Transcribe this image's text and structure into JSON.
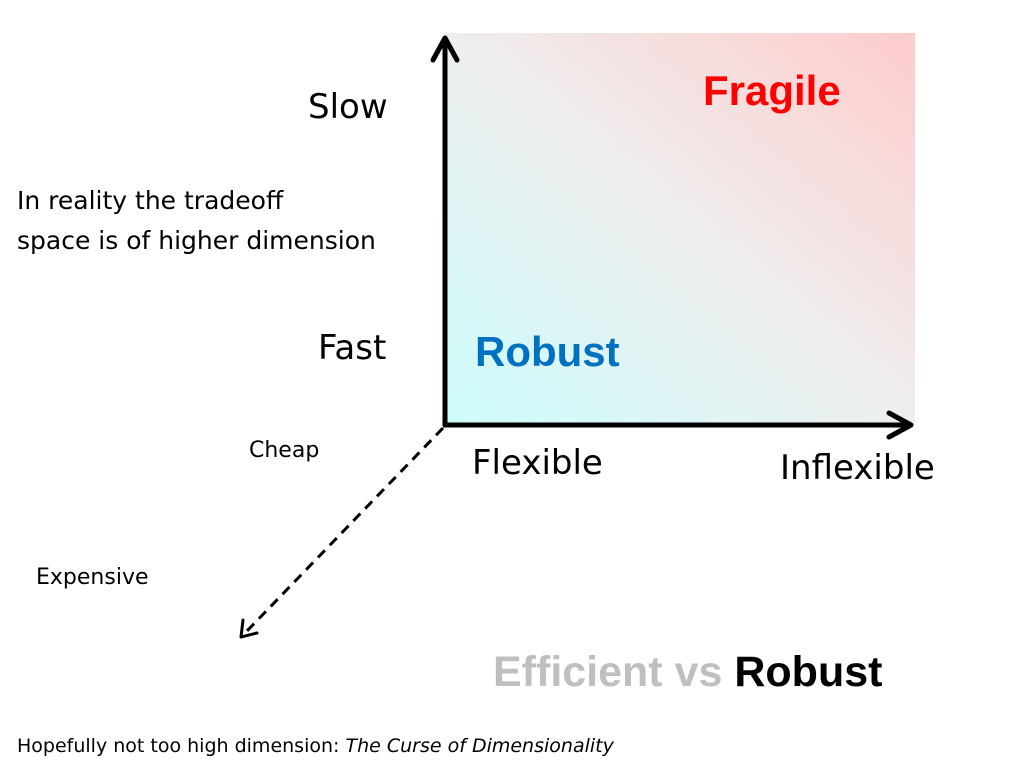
{
  "axes": {
    "y_top": "Slow",
    "y_bottom": "Fast",
    "x_left": "Flexible",
    "x_right": "Inflexible",
    "z_near": "Cheap",
    "z_far": "Expensive"
  },
  "regions": {
    "top_right": "Fragile",
    "bottom_left": "Robust"
  },
  "note": {
    "line1": "In reality the tradeoff",
    "line2": "space is of higher dimension"
  },
  "title": {
    "part1": "Efficient vs",
    "part2": "Robust"
  },
  "footnote": {
    "prefix": "Hopefully not too high dimension: ",
    "italic": "The Curse of Dimensionality"
  },
  "colors": {
    "fragile": "#ff0000",
    "robust": "#0070c0",
    "title_muted": "#bfbfbf",
    "title_strong": "#000000",
    "gradient_low": "#ccfcfc",
    "gradient_mid": "#eeeeee",
    "gradient_high": "#ffcccc"
  }
}
